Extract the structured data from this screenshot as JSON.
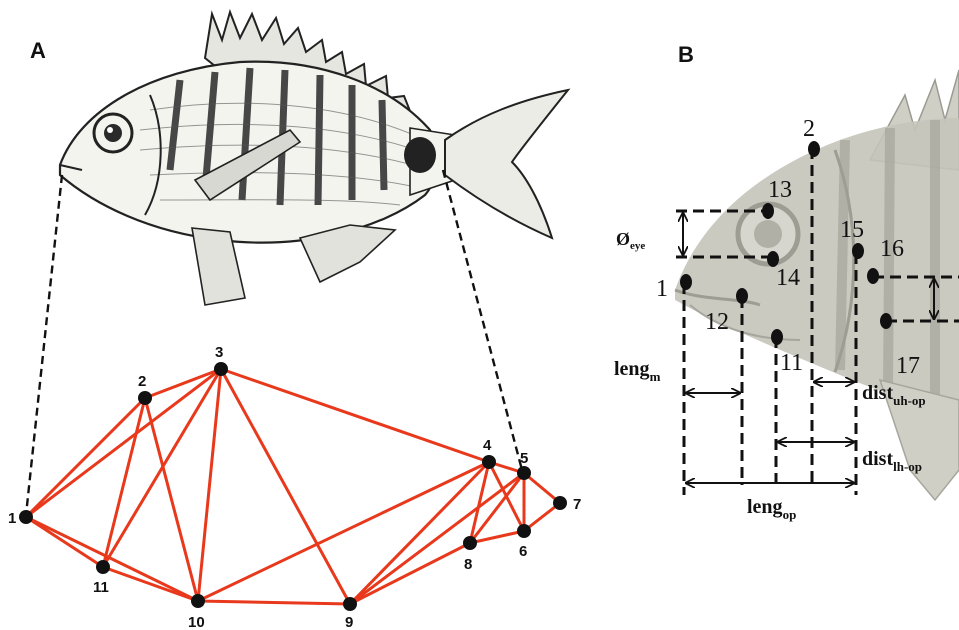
{
  "panels": {
    "a": {
      "letter": "A",
      "landmarks": [
        "1",
        "2",
        "3",
        "4",
        "5",
        "6",
        "7",
        "8",
        "9",
        "10",
        "11"
      ]
    },
    "b": {
      "letter": "B",
      "landmarks": [
        "1",
        "2",
        "11",
        "12",
        "13",
        "14",
        "15",
        "16",
        "17"
      ],
      "measures": {
        "eye_main": "Ø",
        "eye_sub": "eye",
        "lengm_main": "leng",
        "lengm_sub": "m",
        "uhop_main": "dist",
        "uhop_sub": "uh-op",
        "lhop_main": "dist",
        "lhop_sub": "lh-op",
        "lengop_main": "leng",
        "lengop_sub": "op"
      }
    }
  },
  "colors": {
    "edges": "#e8391c",
    "landmark": "#111111",
    "fishB": "#bdbdb4"
  }
}
